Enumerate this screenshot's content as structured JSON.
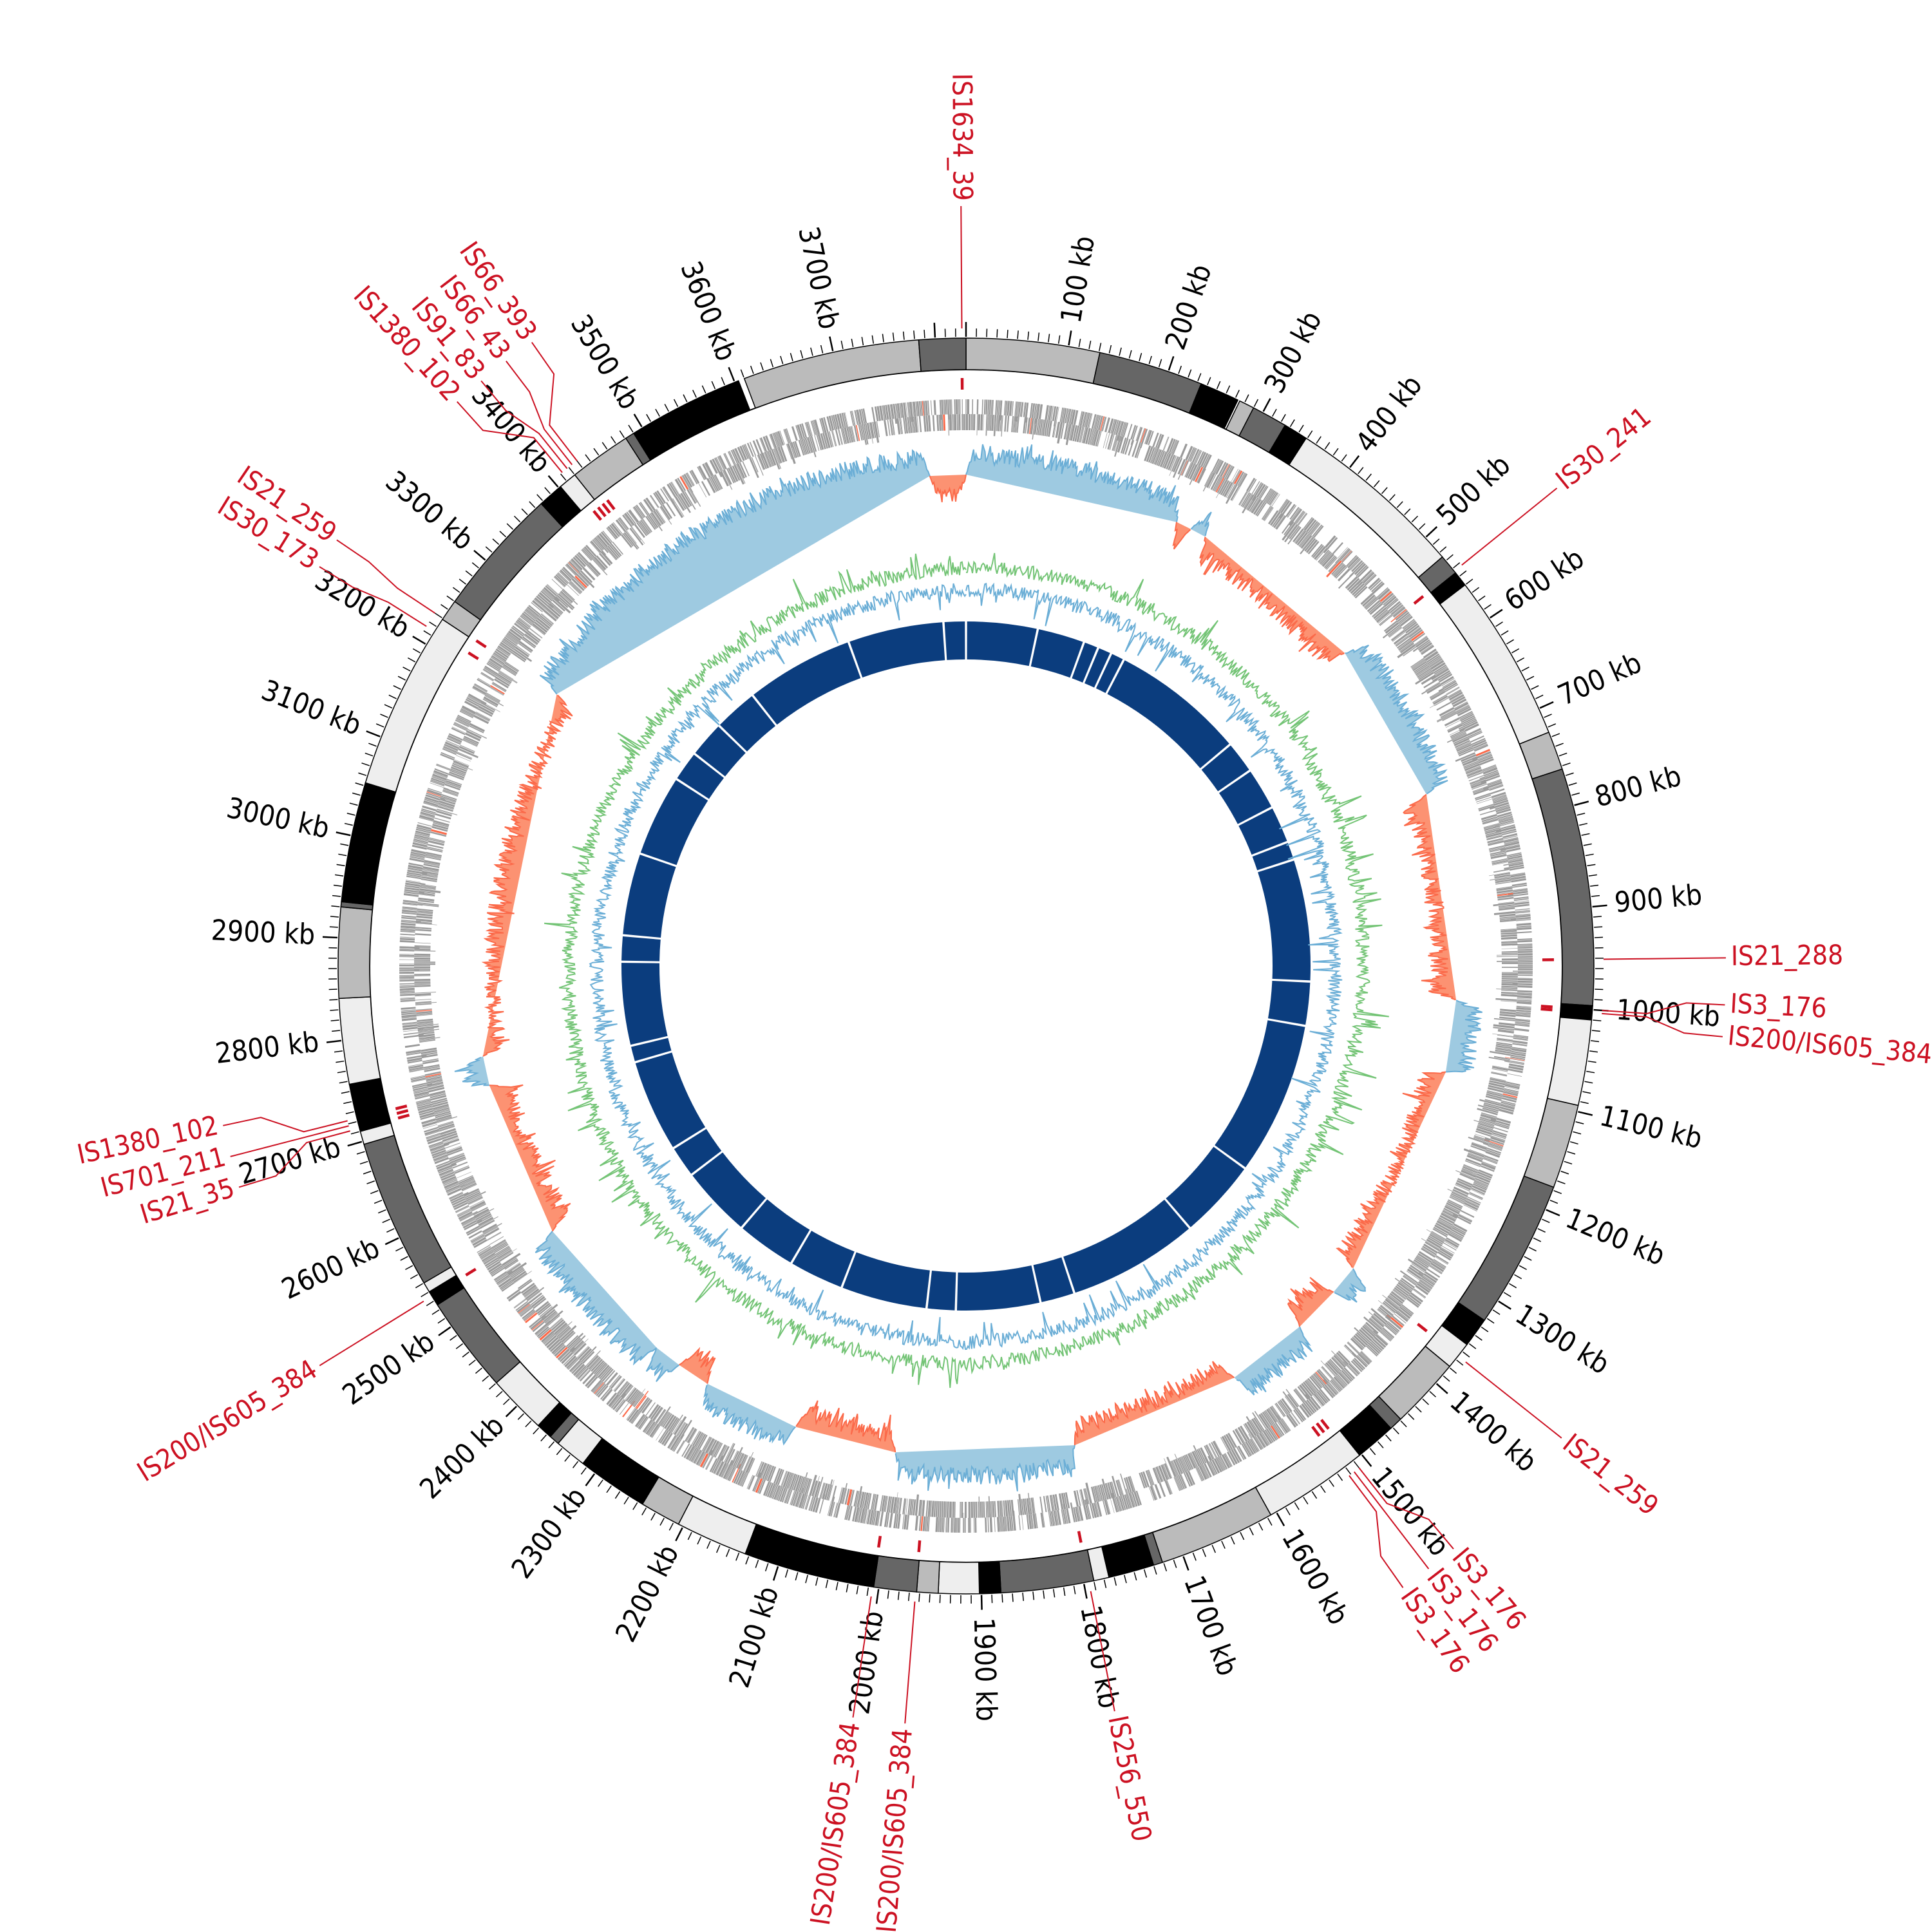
{
  "chart_data": {
    "type": "circular-genome",
    "genome_length_kb": 3830,
    "tick_labels": [
      "100 kb",
      "200 kb",
      "300 kb",
      "400 kb",
      "500 kb",
      "600 kb",
      "700 kb",
      "800 kb",
      "900 kb",
      "1000 kb",
      "1100 kb",
      "1200 kb",
      "1300 kb",
      "1400 kb",
      "1500 kb",
      "1600 kb",
      "1700 kb",
      "1800 kb",
      "1900 kb",
      "2000 kb",
      "2100 kb",
      "2200 kb",
      "2300 kb",
      "2400 kb",
      "2500 kb",
      "2600 kb",
      "2700 kb",
      "2800 kb",
      "2900 kb",
      "3000 kb",
      "3100 kb",
      "3200 kb",
      "3300 kb",
      "3400 kb",
      "3500 kb",
      "3600 kb",
      "3700 kb"
    ],
    "ideogram_bands": [
      [
        0,
        131,
        "lgray"
      ],
      [
        131,
        234,
        "dgray"
      ],
      [
        234,
        273,
        "black"
      ],
      [
        275,
        290,
        "lgray"
      ],
      [
        290,
        325,
        "dgray"
      ],
      [
        325,
        349,
        "black"
      ],
      [
        349,
        525,
        "vlight"
      ],
      [
        525,
        545,
        "dgray"
      ],
      [
        545,
        560,
        "black"
      ],
      [
        560,
        725,
        "vlight"
      ],
      [
        725,
        763,
        "lgray"
      ],
      [
        763,
        996,
        "dgray"
      ],
      [
        996,
        1010,
        "black"
      ],
      [
        1010,
        1094,
        "vlight"
      ],
      [
        1094,
        1177,
        "lgray"
      ],
      [
        1177,
        1323,
        "dgray"
      ],
      [
        1323,
        1352,
        "black"
      ],
      [
        1352,
        1379,
        "vlight"
      ],
      [
        1379,
        1449,
        "lgray"
      ],
      [
        1449,
        1462,
        "dgray"
      ],
      [
        1462,
        1502,
        "black"
      ],
      [
        1502,
        1606,
        "vlight"
      ],
      [
        1606,
        1721,
        "lgray"
      ],
      [
        1721,
        1730,
        "dgray"
      ],
      [
        1730,
        1775,
        "black"
      ],
      [
        1775,
        1790,
        "vlight"
      ],
      [
        1790,
        1881,
        "dgray"
      ],
      [
        1881,
        1902,
        "black"
      ],
      [
        1902,
        1942,
        "vlight"
      ],
      [
        1942,
        1963,
        "lgray"
      ],
      [
        1963,
        2005,
        "dgray"
      ],
      [
        2005,
        2134,
        "black"
      ],
      [
        2134,
        2205,
        "vlight"
      ],
      [
        2205,
        2245,
        "lgray"
      ],
      [
        2245,
        2315,
        "black"
      ],
      [
        2315,
        2346,
        "vlight"
      ],
      [
        2346,
        2356,
        "dgray"
      ],
      [
        2356,
        2372,
        "black"
      ],
      [
        2372,
        2430,
        "vlight"
      ],
      [
        2430,
        2525,
        "dgray"
      ],
      [
        2525,
        2540,
        "black"
      ],
      [
        2540,
        2550,
        "vlight"
      ],
      [
        2550,
        2697,
        "dgray"
      ],
      [
        2697,
        2710,
        "vlight"
      ],
      [
        2710,
        2757,
        "black"
      ],
      [
        2757,
        2841,
        "vlight"
      ],
      [
        2841,
        2930,
        "lgray"
      ],
      [
        2930,
        2935,
        "dgray"
      ],
      [
        2935,
        3053,
        "black"
      ],
      [
        3053,
        3229,
        "vlight"
      ],
      [
        3229,
        3250,
        "lgray"
      ],
      [
        3250,
        3377,
        "dgray"
      ],
      [
        3377,
        3402,
        "black"
      ],
      [
        3402,
        3420,
        "vlight"
      ],
      [
        3420,
        3481,
        "lgray"
      ],
      [
        3481,
        3490,
        "dgray"
      ],
      [
        3490,
        3604,
        "black"
      ],
      [
        3610,
        3784,
        "lgray"
      ],
      [
        3784,
        3830,
        "dgray"
      ]
    ],
    "band_colors": {
      "black": "#000000",
      "dgray": "#666666",
      "lgray": "#bbbbbb",
      "vlight": "#eeeeee"
    },
    "insertion_sequences": [
      {
        "label": "IS1634_39",
        "kb": 3826
      },
      {
        "label": "IS30_241",
        "kb": 543
      },
      {
        "label": "IS21_288",
        "kb": 951
      },
      {
        "label": "IS3_176",
        "kb": 1000
      },
      {
        "label": "IS200/IS605_384",
        "kb": 1003
      },
      {
        "label": "IS21_259",
        "kb": 1366
      },
      {
        "label": "IS3_176",
        "kb": 1510
      },
      {
        "label": "IS3_176",
        "kb": 1516
      },
      {
        "label": "IS3_176",
        "kb": 1522
      },
      {
        "label": "IS256_550",
        "kb": 1795
      },
      {
        "label": "IS200/IS605_384",
        "kb": 1964
      },
      {
        "label": "IS200/IS605_384",
        "kb": 2006
      },
      {
        "label": "IS200/IS605_384",
        "kb": 2535
      },
      {
        "label": "IS21_35",
        "kb": 2713
      },
      {
        "label": "IS701_211",
        "kb": 2718
      },
      {
        "label": "IS1380_102",
        "kb": 2723
      },
      {
        "label": "IS30_173",
        "kb": 3215
      },
      {
        "label": "IS21_259",
        "kb": 3230
      },
      {
        "label": "IS1380_102",
        "kb": 3412
      },
      {
        "label": "IS91_83",
        "kb": 3418
      },
      {
        "label": "IS66_43",
        "kb": 3424
      },
      {
        "label": "IS66_393",
        "kb": 3430
      }
    ],
    "gc_skew_regions": [
      [
        0,
        270,
        1
      ],
      [
        270,
        290,
        -1
      ],
      [
        290,
        310,
        1
      ],
      [
        310,
        537,
        -1
      ],
      [
        537,
        740,
        1
      ],
      [
        740,
        1000,
        -1
      ],
      [
        1000,
        1090,
        1
      ],
      [
        1090,
        1362,
        -1
      ],
      [
        1362,
        1400,
        1
      ],
      [
        1400,
        1460,
        -1
      ],
      [
        1460,
        1563,
        1
      ],
      [
        1563,
        1779,
        -1
      ],
      [
        1779,
        2003,
        1
      ],
      [
        2003,
        2131,
        -1
      ],
      [
        2131,
        2253,
        1
      ],
      [
        2253,
        2295,
        -1
      ],
      [
        2295,
        2330,
        1
      ],
      [
        2330,
        2525,
        1
      ],
      [
        2525,
        2723,
        -1
      ],
      [
        2723,
        2760,
        1
      ],
      [
        2760,
        3230,
        -1
      ],
      [
        3230,
        3785,
        1
      ],
      [
        3785,
        3830,
        -1
      ]
    ],
    "inner_segments_gaps_kb": [
      128,
      213,
      240,
      265,
      290,
      532,
      590,
      666,
      733,
      766,
      985,
      1064,
      1340,
      1484,
      1720,
      1782,
      1933,
      1985,
      2140,
      2239,
      2347,
      2476,
      2533,
      2700,
      2730,
      2880,
      2927,
      3075,
      3222,
      3277,
      3343,
      3423,
      3618,
      3790,
      3830
    ],
    "colors": {
      "is_label": "#cc1122",
      "skew_pos_fill": "#9ecae1",
      "skew_pos_line": "#6baed6",
      "skew_neg_fill": "#fc9272",
      "skew_neg_line": "#fb6a4a",
      "gc_green": "#74c476",
      "gc_blue": "#6baed6",
      "inner": "#0b3d7e",
      "gene": "#9a9a9a"
    }
  }
}
